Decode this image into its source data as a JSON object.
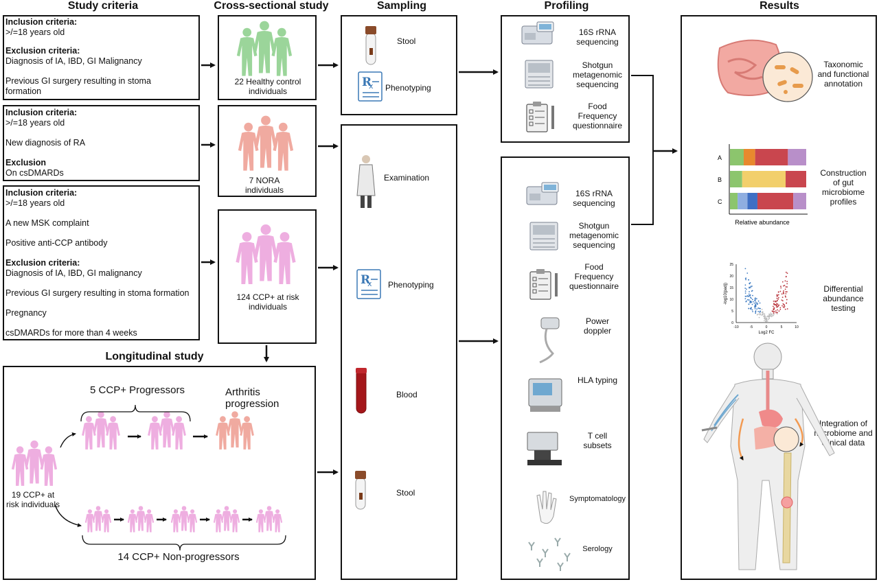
{
  "columns": {
    "criteria": "Study criteria",
    "cross": "Cross-sectional study",
    "sampling": "Sampling",
    "profiling": "Profiling",
    "results": "Results",
    "longitudinal": "Longitudinal study"
  },
  "criteria1": {
    "inc_h": "Inclusion criteria:",
    "inc_1": ">/=18 years old",
    "exc_h": "Exclusion criteria:",
    "exc_1": "Diagnosis of IA, IBD, GI Malignancy",
    "exc_2": "Previous GI surgery resulting in stoma formation"
  },
  "criteria2": {
    "inc_h": "Inclusion criteria:",
    "inc_1": ">/=18 years old",
    "inc_2": "New diagnosis of RA",
    "exc_h": "Exclusion",
    "exc_1": "On csDMARDs"
  },
  "criteria3": {
    "inc_h": "Inclusion criteria:",
    "inc_1": ">/=18 years old",
    "inc_2": "A new MSK complaint",
    "inc_3": "Positive anti-CCP antibody",
    "exc_h": "Exclusion criteria:",
    "exc_1": "Diagnosis of IA, IBD, GI malignancy",
    "exc_2": "Previous GI surgery resulting in stoma formation",
    "exc_3": "Pregnancy",
    "exc_4": "csDMARDs for more than 4 weeks"
  },
  "groups": {
    "healthy": "22 Healthy control individuals",
    "nora": "7 NORA individuals",
    "ccp": "124 CCP+ at risk individuals"
  },
  "longitudinal": {
    "start": "19 CCP+ at risk individuals",
    "progressors": "5 CCP+ Progressors",
    "arthritis": "Arthritis progression",
    "nonprogressors": "14 CCP+ Non-progressors"
  },
  "sampling1": {
    "stool": "Stool",
    "phenotyping": "Phenotyping"
  },
  "sampling2": {
    "examination": "Examination",
    "phenotyping": "Phenotyping",
    "blood": "Blood",
    "stool": "Stool"
  },
  "profiling1": {
    "rrna": "16S rRNA sequencing",
    "shotgun": "Shotgun metagenomic sequencing",
    "ffq": "Food Frequency questionnaire"
  },
  "profiling2": {
    "rrna": "16S rRNA sequencing",
    "shotgun": "Shotgun metagenomic sequencing",
    "ffq": "Food Frequency questionnaire",
    "doppler": "Power doppler",
    "hla": "HLA typing",
    "tcell": "T cell subsets",
    "symptom": "Symptomatology",
    "serology": "Serology"
  },
  "results": {
    "taxonomic": "Taxonomic and functional annotation",
    "construction": "Construction of gut microbiome profiles",
    "differential": "Differential abundance testing",
    "integration": "Integration of microbiome and clinical data"
  },
  "chart_data": [
    {
      "type": "bar",
      "orientation": "horizontal-stacked",
      "categories": [
        "A",
        "B",
        "C"
      ],
      "xlabel": "Relative abundance",
      "series_colors": [
        "#8cc56d",
        "#e8892e",
        "#f2cf6b",
        "#8faee0",
        "#3f6fc4",
        "#c9464e",
        "#b88fc9"
      ],
      "stacks": [
        [
          0.18,
          0.15,
          0,
          0,
          0,
          0.43,
          0.24
        ],
        [
          0.16,
          0,
          0.57,
          0,
          0,
          0.27,
          0
        ],
        [
          0.1,
          0,
          0,
          0.13,
          0.13,
          0.47,
          0.17
        ]
      ]
    },
    {
      "type": "scatter",
      "subtype": "volcano",
      "xlabel": "Log2 FC",
      "ylabel": "-log10(padj)",
      "xticks": [
        "-10",
        "-5",
        "0",
        "5",
        "10"
      ],
      "yticks": [
        "0",
        "5",
        "10",
        "15",
        "20",
        "25"
      ],
      "xlim": [
        -10,
        10
      ],
      "ylim": [
        0,
        25
      ]
    }
  ],
  "colors": {
    "healthy": "#9bd59a",
    "nora": "#f0aaa0",
    "ccp": "#eeaee0",
    "arrow": "#111111"
  }
}
